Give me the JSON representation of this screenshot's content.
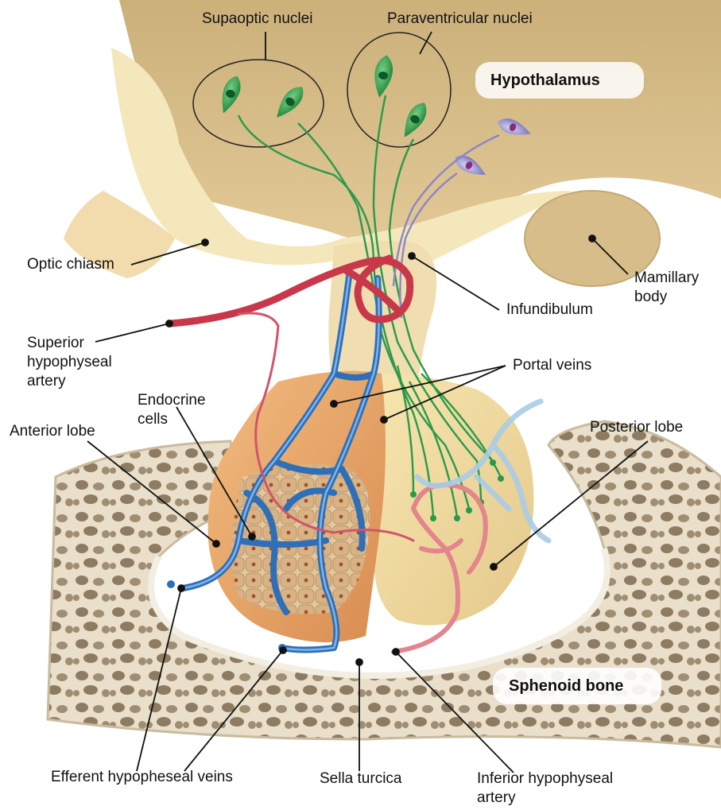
{
  "labels": {
    "supraoptic": "Supaoptic nuclei",
    "paraventricular": "Paraventricular nuclei",
    "hypothalamus": "Hypothalamus",
    "optic_chiasm": "Optic chiasm",
    "mamillary_body": [
      "Mamillary",
      "body"
    ],
    "infundibulum": "Infundibulum",
    "superior_artery": [
      "Superior",
      "hypophyseal",
      "artery"
    ],
    "portal_veins": "Portal veins",
    "endocrine_cells": [
      "Endocrine",
      "cells"
    ],
    "anterior_lobe": "Anterior lobe",
    "posterior_lobe": "Posterior lobe",
    "sphenoid_bone": "Sphenoid bone",
    "efferent_veins": "Efferent hypopheseal veins",
    "sella_turcica": "Sella turcica",
    "inferior_artery": [
      "Inferior hypophyseal",
      "artery"
    ]
  },
  "colors": {
    "hypothalamus": "#d9bf8c",
    "hypothalamus_light": "#f3e6b8",
    "anterior_lobe": "#e8a866",
    "posterior_lobe": "#f1dda0",
    "bone": "#e6dcc8",
    "bone_hole": "#8c7a60",
    "artery": "#c8384a",
    "vein": "#3a7fc8",
    "neuron": "#2a9a4a",
    "neuron_purple": "#8a86c8",
    "inferior_artery": "#e08890"
  },
  "icons": [
    "neuron-cell-icon",
    "leader-line-icon"
  ]
}
